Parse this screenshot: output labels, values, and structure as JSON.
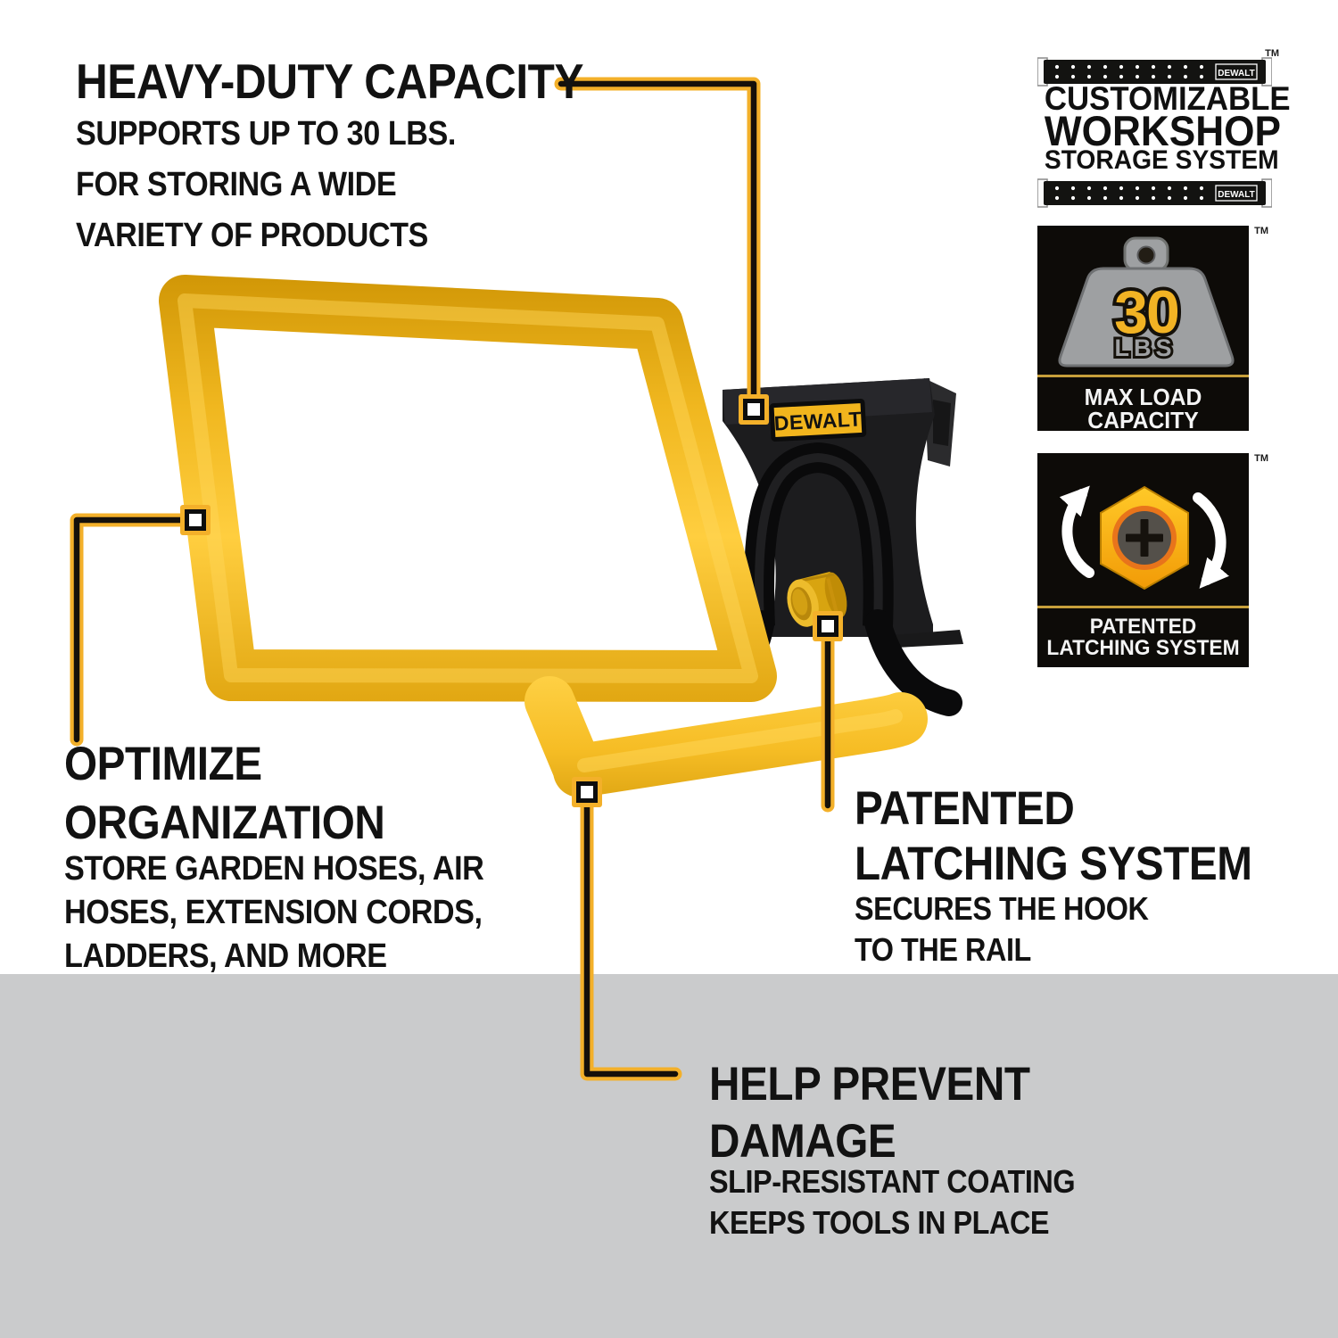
{
  "callouts": {
    "heavy_duty": {
      "title": "HEAVY-DUTY CAPACITY",
      "lines": [
        "SUPPORTS UP TO 30 LBS.",
        "FOR STORING A WIDE",
        "VARIETY OF PRODUCTS"
      ]
    },
    "optimize": {
      "title_lines": [
        "OPTIMIZE",
        "ORGANIZATION"
      ],
      "lines": [
        "STORE GARDEN HOSES, AIR",
        "HOSES, EXTENSION CORDS,",
        "LADDERS, AND MORE"
      ]
    },
    "latching": {
      "title_lines": [
        "PATENTED",
        "LATCHING SYSTEM"
      ],
      "lines": [
        "SECURES THE HOOK",
        "TO THE RAIL"
      ]
    },
    "damage": {
      "title_lines": [
        "HELP PREVENT",
        "DAMAGE"
      ],
      "lines": [
        "SLIP-RESISTANT COATING",
        "KEEPS TOOLS IN PLACE"
      ]
    }
  },
  "badges": {
    "workshop": {
      "tm": "TM",
      "rail_brand": "DEWALT",
      "line1": "CUSTOMIZABLE",
      "line2": "WORKSHOP",
      "line3": "STORAGE SYSTEM"
    },
    "max_load": {
      "tm": "TM",
      "value": "30",
      "unit": "LBS",
      "line1": "MAX LOAD",
      "line2": "CAPACITY"
    },
    "latch": {
      "tm": "TM",
      "line1": "PATENTED",
      "line2": "LATCHING SYSTEM"
    }
  },
  "product": {
    "brand": "DEWALT"
  },
  "colors": {
    "brand_yellow": "#f2b31b",
    "callout_yellow": "#f3b02a",
    "band_gray": "#cacbcc",
    "badge_black": "#0d0b08",
    "divider_gold": "#c79f3b",
    "weight_gray": "#9ea0a2"
  }
}
